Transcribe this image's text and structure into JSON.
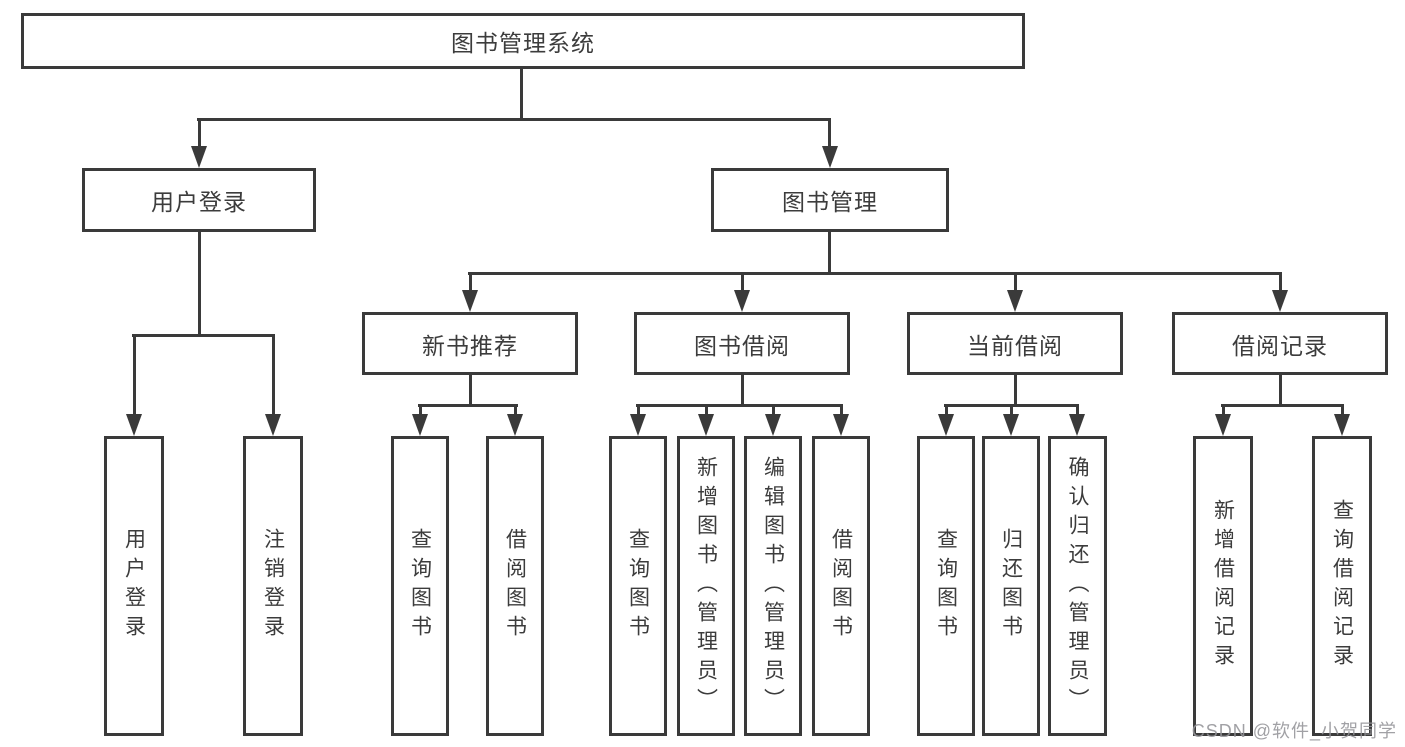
{
  "tree": {
    "root": {
      "label": "图书管理系统",
      "children": [
        {
          "label": "用户登录",
          "children": [
            {
              "label": "用户登录"
            },
            {
              "label": "注销登录"
            }
          ]
        },
        {
          "label": "图书管理",
          "children": [
            {
              "label": "新书推荐",
              "children": [
                {
                  "label": "查询图书"
                },
                {
                  "label": "借阅图书"
                }
              ]
            },
            {
              "label": "图书借阅",
              "children": [
                {
                  "label": "查询图书"
                },
                {
                  "label": "新增图书（管理员）"
                },
                {
                  "label": "编辑图书（管理员）"
                },
                {
                  "label": "借阅图书"
                }
              ]
            },
            {
              "label": "当前借阅",
              "children": [
                {
                  "label": "查询图书"
                },
                {
                  "label": "归还图书"
                },
                {
                  "label": "确认归还（管理员）"
                }
              ]
            },
            {
              "label": "借阅记录",
              "children": [
                {
                  "label": "新增借阅记录"
                },
                {
                  "label": "查询借阅记录"
                }
              ]
            }
          ]
        }
      ]
    }
  },
  "watermark": {
    "text": "CSDN @软件_小贺同学"
  },
  "colors": {
    "line": "#3a3a3a",
    "text": "#3c3c3c",
    "watermark": "#949499",
    "background": "#ffffff"
  }
}
